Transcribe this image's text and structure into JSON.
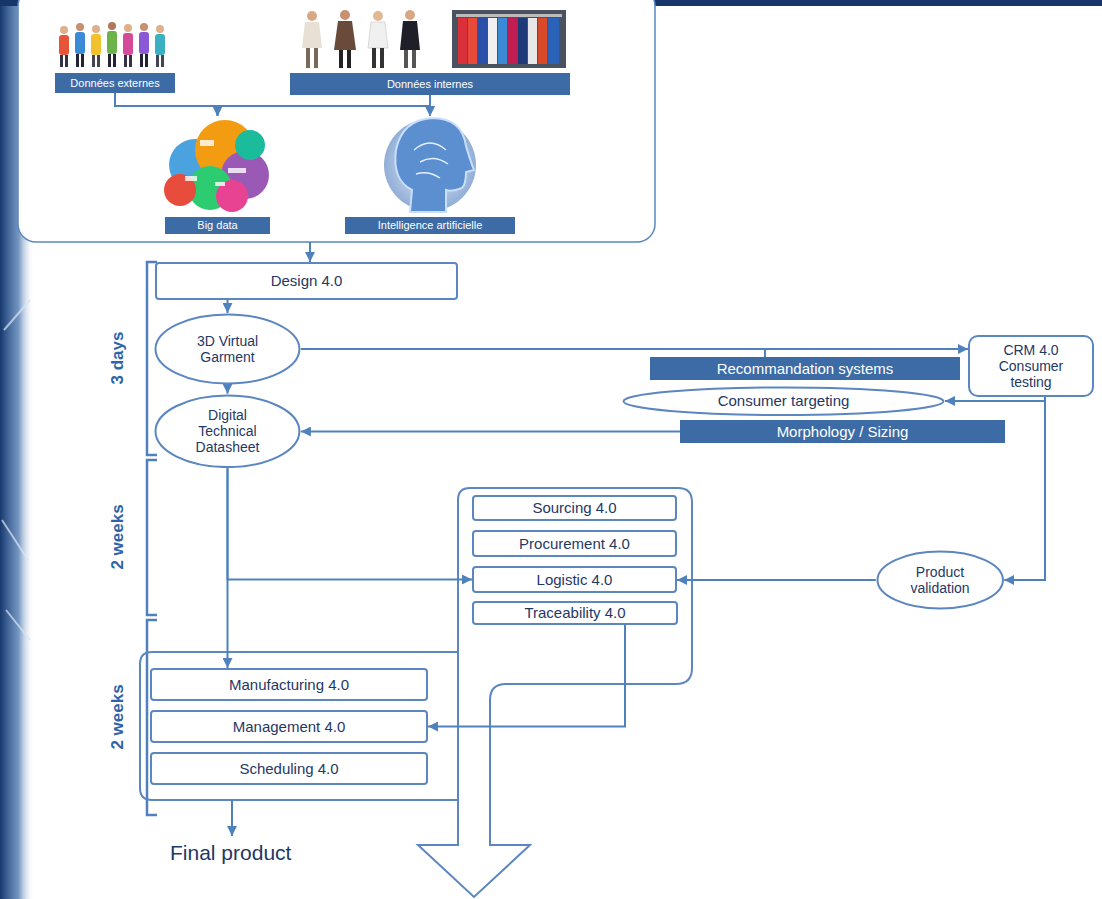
{
  "diagram": {
    "nodes": [
      {
        "text": [
          "Données externes"
        ]
      },
      {
        "text": [
          "Données internes"
        ]
      },
      {
        "text": [
          "Big data"
        ]
      },
      {
        "text": [
          "Intelligence artificielle"
        ]
      },
      {
        "text": [
          "Design 4.0"
        ]
      },
      {
        "text": [
          "3D Virtual Garment"
        ]
      },
      {
        "text": [
          "Digital Technical Datasheet"
        ]
      },
      {
        "text": [
          "CRM 4.0 Consumer testing"
        ]
      },
      {
        "text": [
          "Recommandation systems"
        ]
      },
      {
        "text": [
          "Consumer targeting"
        ]
      },
      {
        "text": [
          "Morphology / Sizing"
        ]
      },
      {
        "text": [
          "Sourcing 4.0"
        ]
      },
      {
        "text": [
          "Procurement 4.0"
        ]
      },
      {
        "text": [
          "Logistic 4.0"
        ]
      },
      {
        "text": [
          "Traceability 4.0"
        ]
      },
      {
        "text": [
          "Product validation"
        ]
      },
      {
        "text": [
          "Manufacturing 4.0"
        ]
      },
      {
        "text": [
          "Management 4.0"
        ]
      },
      {
        "text": [
          "Scheduling 4.0"
        ]
      }
    ],
    "edges": [
      {
        "from": 0,
        "to": 2,
        "arrow": "to"
      },
      {
        "from": 0,
        "to": 3,
        "arrow": "to"
      },
      {
        "from": 1,
        "to": 2,
        "arrow": "to"
      },
      {
        "from": 1,
        "to": 3,
        "arrow": "to"
      },
      {
        "from": 4,
        "to": 5,
        "arrow": "to"
      },
      {
        "from": 5,
        "to": 6,
        "arrow": "to"
      },
      {
        "from": 5,
        "to": 7,
        "arrow": "to"
      },
      {
        "from": 5,
        "to": 8,
        "arrow": "none"
      },
      {
        "from": 7,
        "to": 9,
        "arrow": "to"
      },
      {
        "from": 7,
        "to": 15,
        "arrow": "to"
      },
      {
        "from": 10,
        "to": 6,
        "arrow": "to"
      },
      {
        "from": 6,
        "to": 16,
        "arrow": "to"
      },
      {
        "from": 6,
        "to": 13,
        "arrow": "to"
      },
      {
        "from": 15,
        "to": 13,
        "arrow": "to"
      },
      {
        "from": 14,
        "to": 17,
        "arrow": "to"
      }
    ],
    "labels": [
      "3 days",
      "2 weeks",
      "2 weeks",
      "Final product"
    ]
  }
}
